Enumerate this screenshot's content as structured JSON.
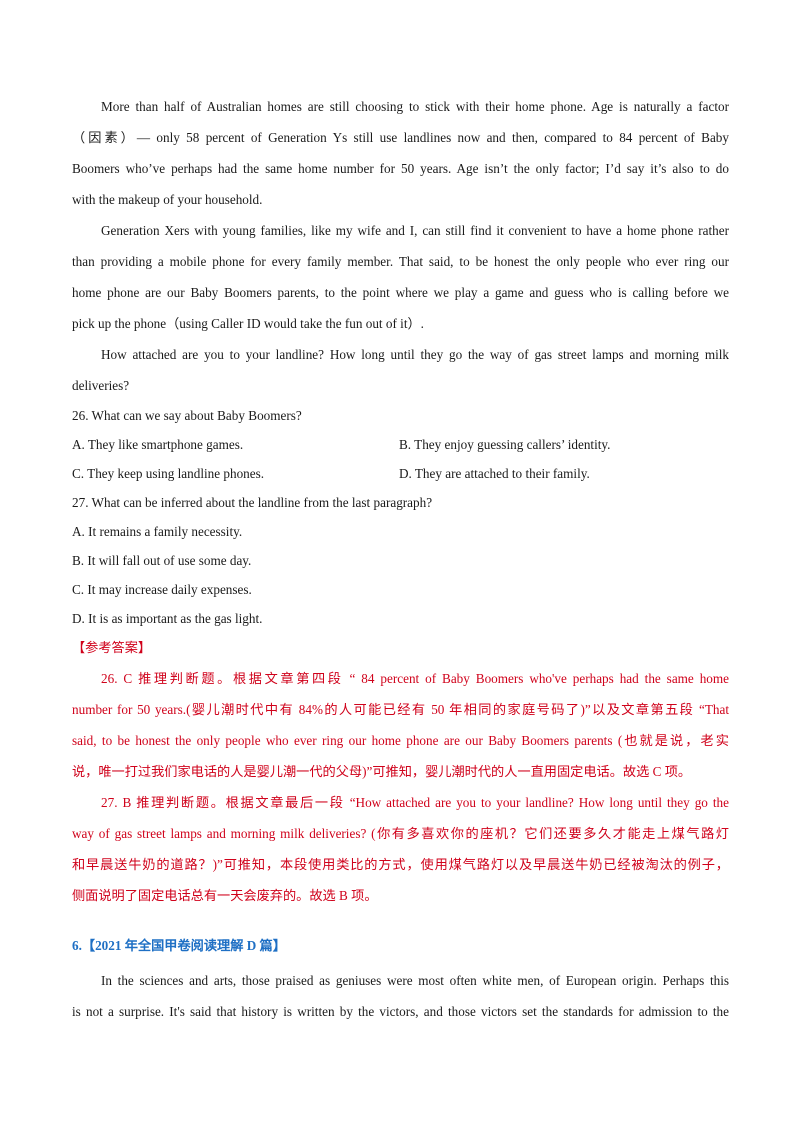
{
  "passage": {
    "p1": [
      "More than half of Australian homes are still choosing to stick with their home phone. Age is naturally a factor",
      "（因素）— only 58 percent of Generation Ys still use landlines now and then, compared to 84 percent of Baby",
      "Boomers who’ve perhaps had the same home number for 50 years. Age isn’t the only factor; I’d say it’s also to do",
      "with the makeup of your household."
    ],
    "p2": [
      "Generation Xers with young families, like my wife and I, can still find it convenient to have a home phone rather",
      "than providing a mobile phone for every family member. That said, to be honest the only people who ever ring our",
      "home phone are our Baby Boomers parents, to the point where we play a game and guess who is calling before we",
      "pick up the phone（using Caller ID would take the fun out of it）."
    ],
    "p3": [
      "How attached are you to your landline? How long until they go the way of gas street lamps and morning milk",
      "deliveries?"
    ]
  },
  "questions": {
    "q26": {
      "stem": "26.  What can we say about Baby Boomers?",
      "a": "A.  They like smartphone games.",
      "b": "B.  They enjoy guessing callers’ identity.",
      "c": "C.  They keep using landline phones.",
      "d": "D.  They are attached to their family."
    },
    "q27": {
      "stem": "27.  What can be inferred about the landline from the last paragraph?",
      "a": "A.  It remains a family necessity.",
      "b": "B.  It will fall out of use some day.",
      "c": "C.  It may increase daily expenses.",
      "d": "D.  It is as important as the gas light."
    }
  },
  "answers": {
    "heading": "【参考答案】",
    "a26": [
      "26. C  推理判断题。根据文章第四段 “ 84 percent of Baby Boomers who've perhaps had the same home",
      "number for 50 years.(婴儿潮时代中有 84%的人可能已经有 50 年相同的家庭号码了)”以及文章第五段 “That",
      "said, to be honest the only people who ever ring our home phone are our Baby Boomers parents (也就是说，老实",
      "说，唯一打过我们家电话的人是婴儿潮一代的父母)”可推知，婴儿潮时代的人一直用固定电话。故选 C 项。"
    ],
    "a27": [
      "27. B  推理判断题。根据文章最后一段 “How attached are you to your landline? How long until they go the",
      "way of gas street lamps and morning milk deliveries? (你有多喜欢你的座机？它们还要多久才能走上煤气路灯",
      "和早晨送牛奶的道路？)”可推知，本段使用类比的方式，使用煤气路灯以及早晨送牛奶已经被淘汰的例子，",
      "侧面说明了固定电话总有一天会废弃的。故选 B 项。"
    ]
  },
  "section": {
    "title": "6.【2021 年全国甲卷阅读理解 D 篇】"
  },
  "passage2": {
    "p1": [
      "In the sciences and arts, those praised as geniuses were most often white men, of European origin. Perhaps this",
      "is not a surprise. It's said that history is written by the victors, and those victors set the standards for admission to the"
    ]
  }
}
